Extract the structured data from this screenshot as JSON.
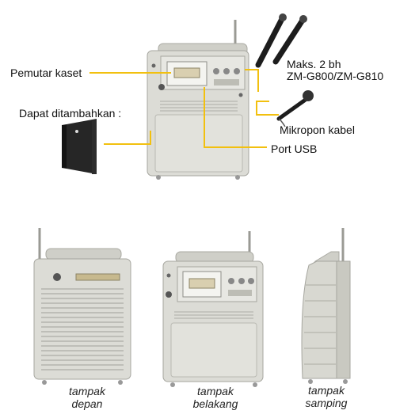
{
  "top": {
    "labels": {
      "cassette_player": "Pemutar kaset",
      "expandable": "Dapat ditambahkan :",
      "wireless_mic_line1": "Maks. 2 bh",
      "wireless_mic_line2": "ZM-G800/ZM-G810",
      "wired_mic": "Mikropon kabel",
      "usb_port": "Port USB"
    }
  },
  "bottom": {
    "captions": {
      "front_line1": "tampak",
      "front_line2": "depan",
      "back_line1": "tampak",
      "back_line2": "belakang",
      "side_line1": "tampak",
      "side_line2": "samping"
    }
  },
  "colors": {
    "callout": "#f2c00f",
    "unit_body": "#dcdcd6",
    "unit_shadow": "#b9b9b2",
    "speaker_black": "#1e1e1e"
  }
}
